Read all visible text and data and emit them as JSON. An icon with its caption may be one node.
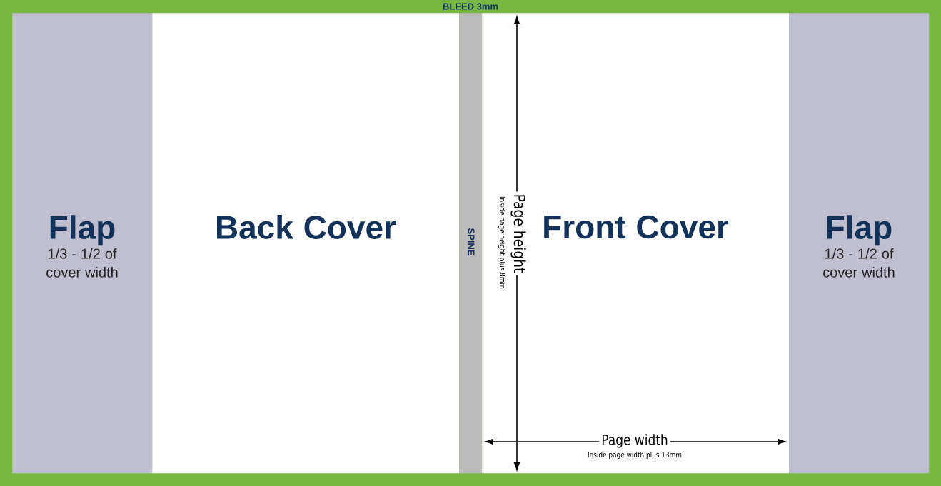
{
  "diagram": {
    "nodes": [
      {
        "text": [
          "Flap",
          "1/3 - 1/2 of cover width"
        ]
      },
      {
        "text": [
          "Back Cover"
        ]
      },
      {
        "text": [
          "SPINE"
        ]
      },
      {
        "text": [
          "Front Cover"
        ]
      },
      {
        "text": [
          "Flap",
          "1/3 - 1/2 of cover width"
        ]
      }
    ],
    "labels": [
      "BLEED 3mm",
      "Page height",
      "Inside page height plus 8mm",
      "Page width",
      "Inside page width plus 13mm"
    ]
  }
}
